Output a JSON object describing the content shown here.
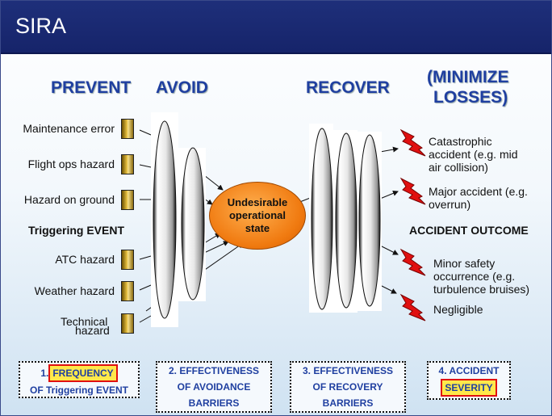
{
  "header": {
    "title": "SIRA"
  },
  "phases": {
    "prevent": "PREVENT",
    "avoid": "AVOID",
    "recover": "RECOVER",
    "minimize_line1": "(MINIMIZE",
    "minimize_line2": "LOSSES)"
  },
  "triggers": {
    "maintenance": "Maintenance error",
    "flight_ops": "Flight ops hazard",
    "ground": "Hazard on ground",
    "atc": "ATC hazard",
    "weather": "Weather hazard",
    "technical_1": "Technical",
    "technical_2": "hazard"
  },
  "triggering_event_label": "Triggering EVENT",
  "center_state": {
    "line1": "Undesirable",
    "line2": "operational",
    "line3": "state"
  },
  "outcomes": {
    "catastrophic_1": "Catastrophic",
    "catastrophic_2": "accident (e.g. mid",
    "catastrophic_3": "air collision)",
    "major_1": "Major accident (e.g.",
    "major_2": "overrun)",
    "minor_1": "Minor safety",
    "minor_2": "occurrence (e.g.",
    "minor_3": "turbulence bruises)",
    "negligible": "Negligible"
  },
  "accident_outcome_label": "ACCIDENT OUTCOME",
  "factors": {
    "f1_prefix": "1.",
    "f1_highlight": "FREQUENCY",
    "f1_line2": "OF Triggering EVENT",
    "f2_line1": "2. EFFECTIVENESS",
    "f2_line2": "OF AVOIDANCE",
    "f2_line3": "BARRIERS",
    "f3_line1": "3. EFFECTIVENESS",
    "f3_line2": "OF RECOVERY",
    "f3_line3": "BARRIERS",
    "f4_line1": "4. ACCIDENT",
    "f4_highlight": "SEVERITY"
  },
  "colors": {
    "header_bg": "#1e2f7a",
    "phase_text": "#1f3fa0",
    "oval": "#f07a10",
    "highlight_fill": "#ffe84a",
    "highlight_border": "#e01010",
    "bolt": "#e01010"
  }
}
